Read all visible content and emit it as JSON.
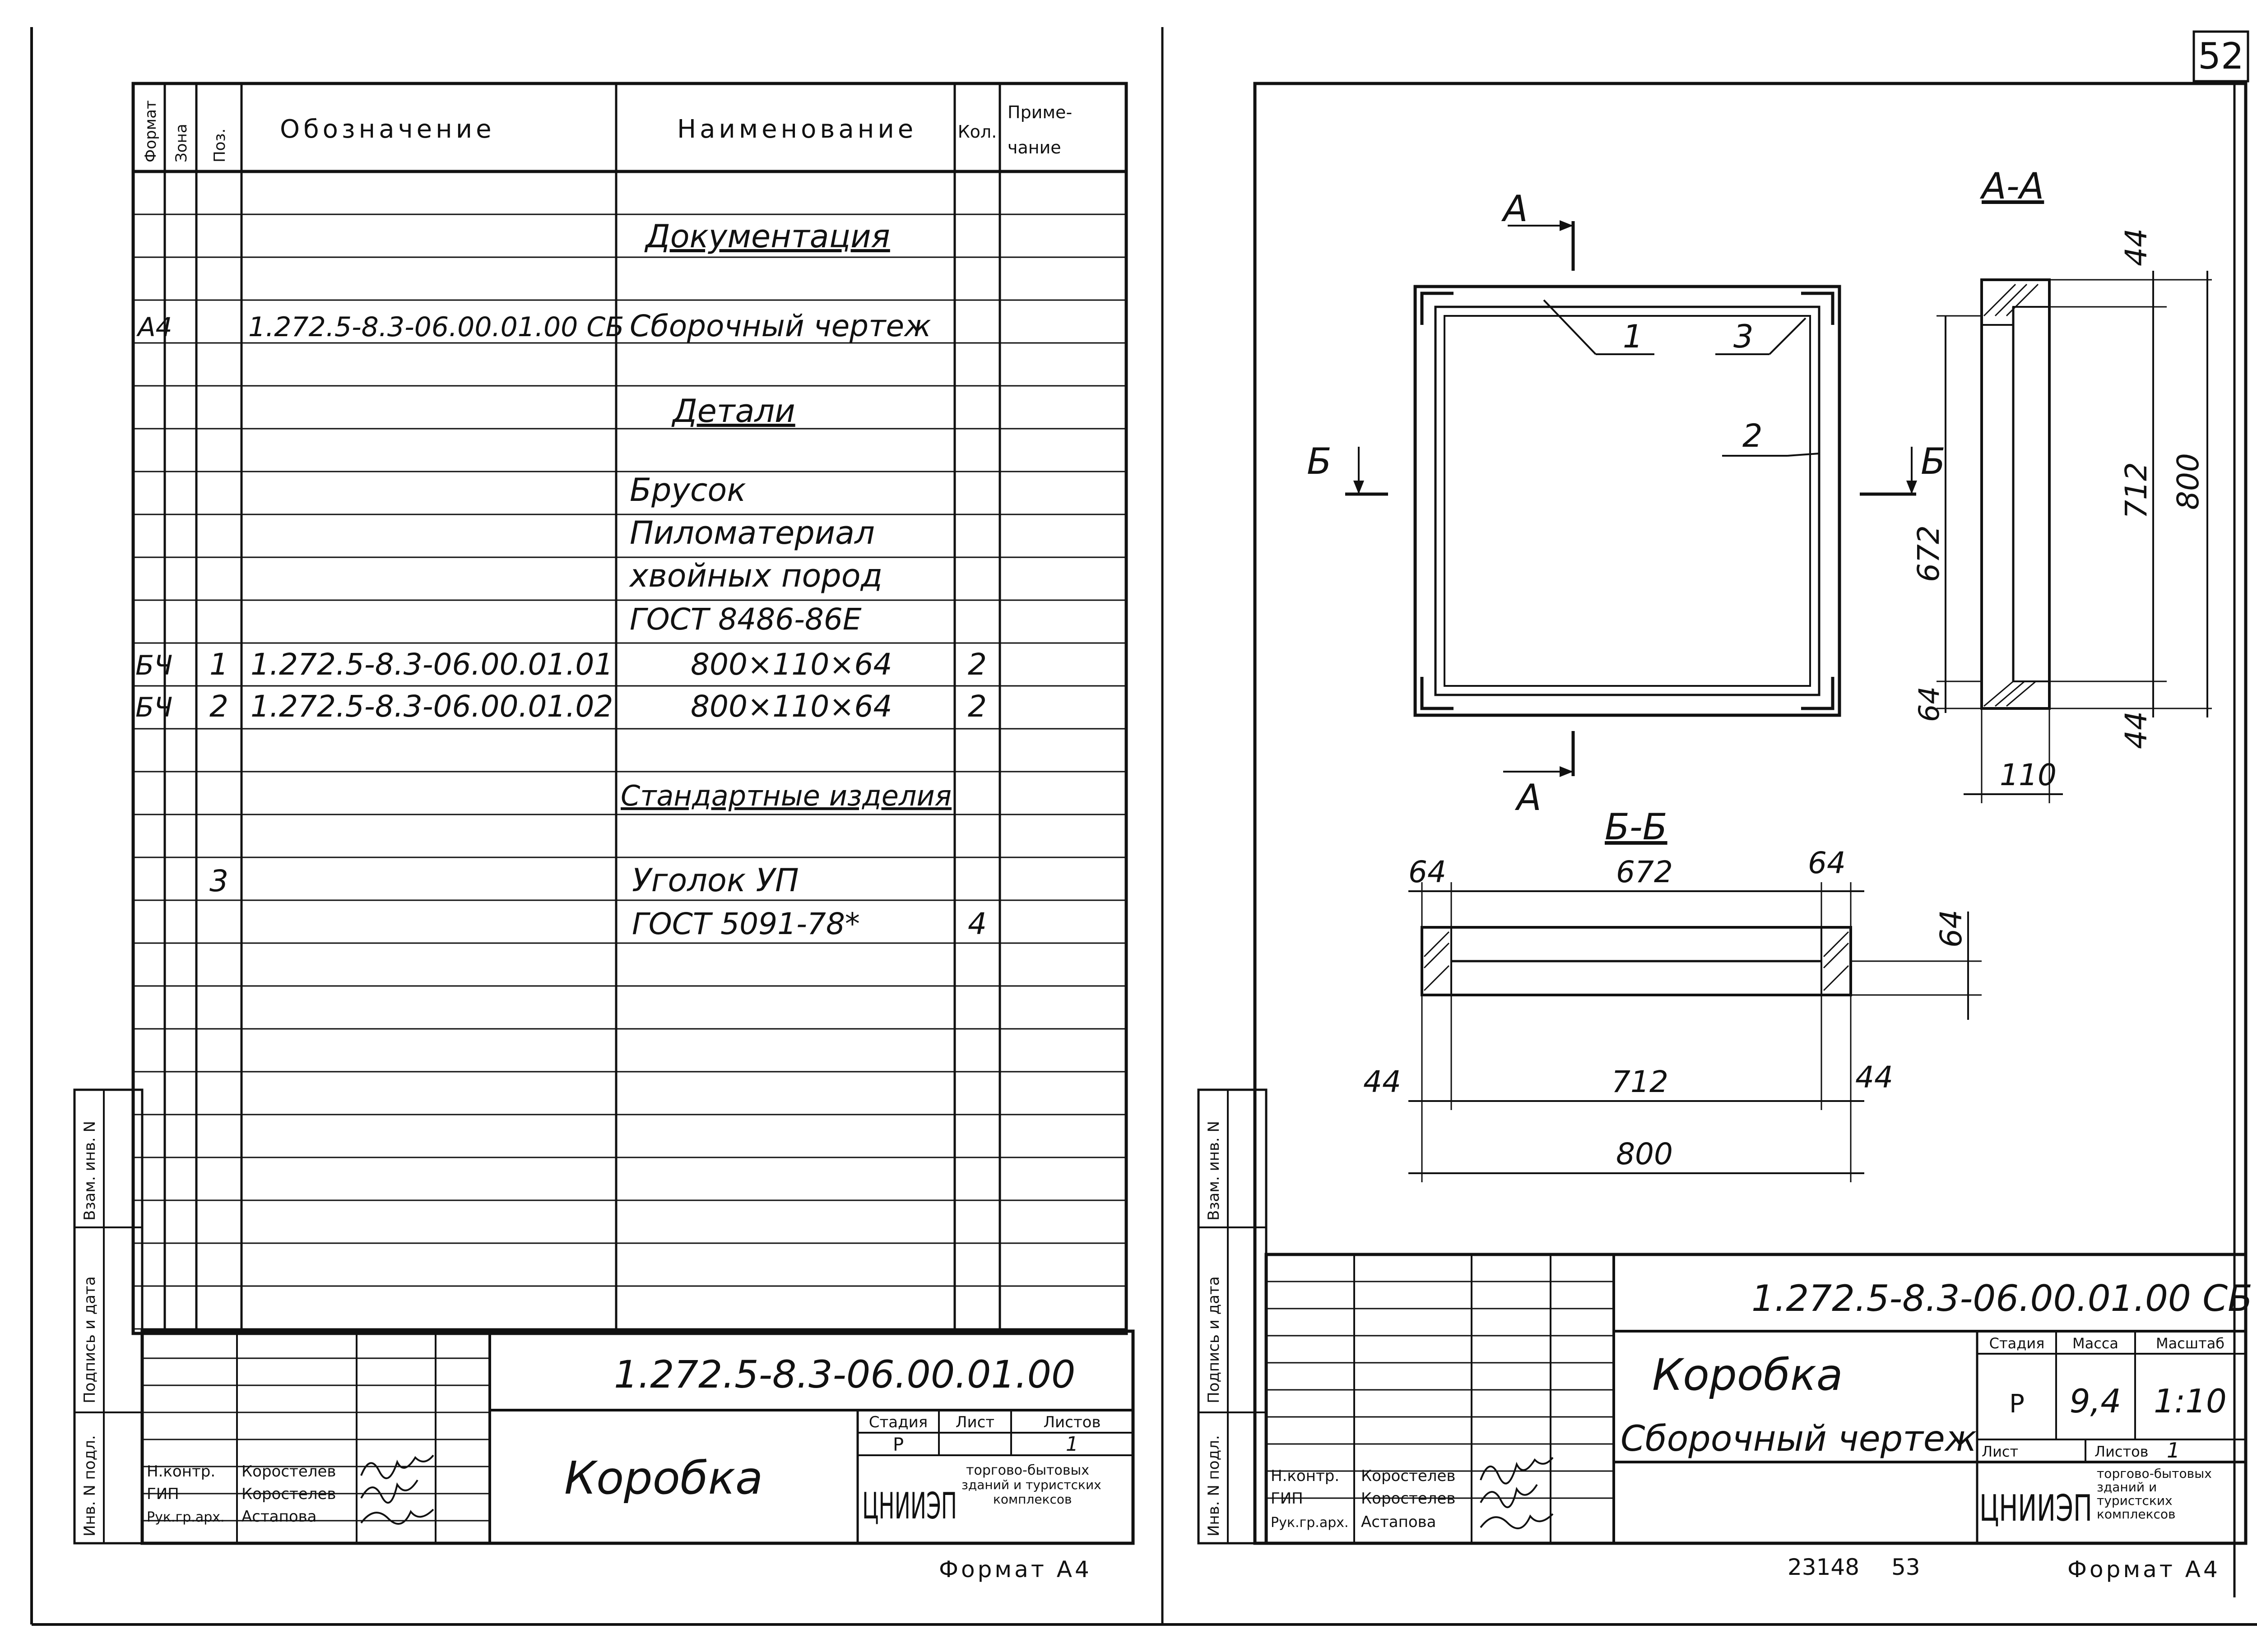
{
  "page_number": "52",
  "left_sheet": {
    "spec_headers": {
      "format": "Формат",
      "zone": "Зона",
      "pos": "Поз.",
      "designation": "Обозначение",
      "name": "Наименование",
      "qty": "Кол.",
      "note1": "Приме-",
      "note2": "чание"
    },
    "rows": {
      "section_docs": "Документация",
      "doc_format": "А4",
      "doc_designation": "1.272.5-8.3-06.00.01.00 СБ",
      "doc_name": "Сборочный чертеж",
      "section_parts": "Детали",
      "material_1": "Брусок",
      "material_2": "Пиломатериал",
      "material_3": "хвойных пород",
      "material_4": "ГОСТ 8486-86Е",
      "p1_format": "БЧ",
      "p1_pos": "1",
      "p1_designation": "1.272.5-8.3-06.00.01.01",
      "p1_name": "800×110×64",
      "p1_qty": "2",
      "p2_format": "БЧ",
      "p2_pos": "2",
      "p2_designation": "1.272.5-8.3-06.00.01.02",
      "p2_name": "800×110×64",
      "p2_qty": "2",
      "section_std": "Стандартные изделия",
      "p3_pos": "3",
      "p3_name_1": "Уголок УП",
      "p3_name_2": "ГОСТ 5091-78*",
      "p3_qty": "4"
    },
    "side_labels": {
      "vzam": "Взам. инв. N",
      "podpis": "Подпись и дата",
      "inv": "Инв. N подл."
    },
    "title_block": {
      "code": "1.272.5-8.3-06.00.01.00",
      "name": "Коробка",
      "stage_h": "Стадия",
      "sheet_h": "Лист",
      "sheets_h": "Листов",
      "stage": "Р",
      "sheets": "1",
      "org_logo": "ЦНИИЭП",
      "org_1": "торгово-бытовых",
      "org_2": "зданий и туристских",
      "org_3": "комплексов",
      "roles": [
        "Н.контр.",
        "ГИП",
        "Рук.гр.арх."
      ],
      "people": [
        "Коростелев",
        "Коростелев",
        "Астапова"
      ]
    },
    "format": "Формат А4"
  },
  "right_sheet": {
    "drawing": {
      "section_aa": "А-А",
      "section_bb": "Б-Б",
      "mark_a": "А",
      "mark_b": "Б",
      "callouts": [
        "1",
        "2",
        "3"
      ],
      "dims_aa": {
        "top": "44",
        "bottom": "44",
        "inner": "712",
        "outer": "800",
        "left": "672",
        "left_small": "64",
        "width": "110"
      },
      "dims_bb": {
        "l64": "64",
        "mid672": "672",
        "r64": "64",
        "v64": "64",
        "l44": "44",
        "mid712": "712",
        "r44": "44",
        "total800": "800"
      }
    },
    "side_labels": {
      "vzam": "Взам. инв. N",
      "podpis": "Подпись и дата",
      "inv": "Инв. N подл."
    },
    "title_block": {
      "code": "1.272.5-8.3-06.00.01.00 СБ",
      "name_1": "Коробка",
      "name_2": "Сборочный чертеж",
      "stage_h": "Стадия",
      "mass_h": "Масса",
      "scale_h": "Масштаб",
      "stage": "Р",
      "mass": "9,4",
      "scale": "1:10",
      "sheet_h": "Лист",
      "sheets_h": "Листов",
      "sheets": "1",
      "org_logo": "ЦНИИЭП",
      "org_1": "торгово-бытовых",
      "org_2": "зданий и",
      "org_3": "туристских",
      "org_4": "комплексов",
      "roles": [
        "Н.контр.",
        "ГИП",
        "Рук.гр.арх."
      ],
      "people": [
        "Коростелев",
        "Коростелев",
        "Астапова"
      ]
    },
    "bottom_nums": [
      "23148",
      "53"
    ],
    "format": "Формат А4"
  }
}
